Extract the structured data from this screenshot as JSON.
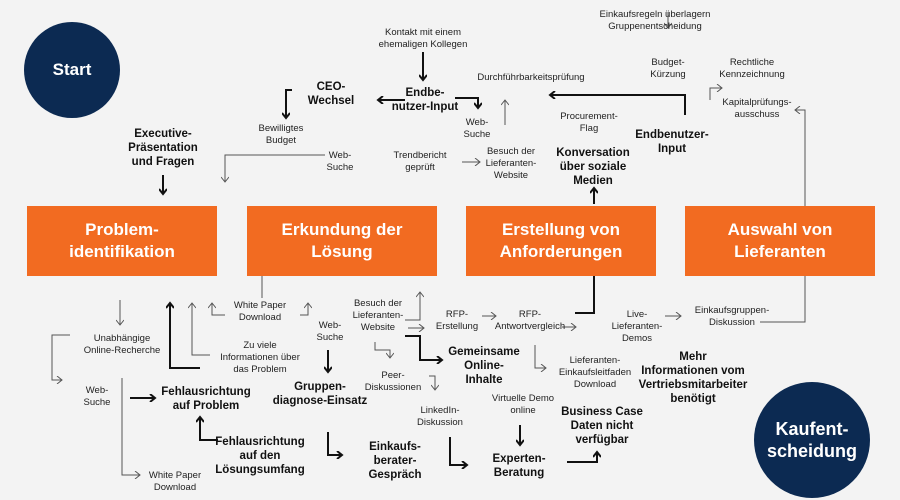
{
  "start": "Start",
  "end": "Kaufent-\nscheidung",
  "stages": [
    "Problem-\nidentifikation",
    "Erkundung der\nLösung",
    "Erstellung von\nAnforderungen",
    "Auswahl von\nLieferanten"
  ],
  "top_labels": {
    "kontakt": "Kontakt mit einem\nehemaligen Kollegen",
    "endbenutzer1": "Endbe-\nnutzer-Input",
    "ceo": "CEO-\nWechsel",
    "budget": "Bewilligtes\nBudget",
    "executive": "Executive-\nPräsentation\nund Fragen",
    "websuche1": "Web-\nSuche",
    "trend": "Trendbericht\ngeprüft",
    "websuche2": "Web-\nSuche",
    "durchfuehr": "Durchführbarkeitsprüfung",
    "besuch1": "Besuch der\nLieferanten-\nWebsite",
    "procurement": "Procurement-\nFlag",
    "konversation": "Konversation\nüber soziale\nMedien",
    "endbenutzer2": "Endbenutzer-\nInput",
    "einkaufsregeln": "Einkaufsregeln überlagern\nGruppenentscheidung",
    "budgetkuerzung": "Budget-\nKürzung",
    "rechtlich": "Rechtliche\nKennzeichnung",
    "kapital": "Kapitalprüfungs-\nausschuss"
  },
  "bottom_labels": {
    "whitepaper1": "White Paper\nDownload",
    "unabhaengig": "Unabhängige\nOnline-Recherche",
    "zuviele": "Zu viele\nInformationen über\ndas Problem",
    "websuche3": "Web-\nSuche",
    "besuch2": "Besuch der\nLieferanten-\nWebsite",
    "rfp1": "RFP-\nErstellung",
    "rfp2": "RFP-\nAntwortvergleich",
    "live": "Live-\nLieferanten-\nDemos",
    "einkaufsgruppen": "Einkaufsgruppen-\nDiskussion",
    "gemeinsame": "Gemeinsame\nOnline-\nInhalte",
    "websuche4": "Web-\nSuche",
    "fehlproblem": "Fehlausrichtung\nauf Problem",
    "gruppen": "Gruppen-\ndiagnose-Einsatz",
    "peer": "Peer-\nDiskussionen",
    "leitfaden": "Lieferanten-\nEinkaufsleitfaden\nDownload",
    "mehr": "Mehr\nInformationen vom\nVertriebsmitarbeiter\nbenötigt",
    "linkedin": "LinkedIn-\nDiskussion",
    "virtuell": "Virtuelle Demo\nonline",
    "business": "Business Case\nDaten nicht\nverfügbar",
    "fehlloesung": "Fehlausrichtung\nauf den\nLösungsumfang",
    "einkaufsberater": "Einkaufs-\nberater-\nGespräch",
    "experten": "Experten-\nBeratung",
    "whitepaper2": "White Paper\nDownload"
  },
  "colors": {
    "orange": "#f26b21",
    "navy": "#0c2a52",
    "background": "#f3f3f3"
  }
}
